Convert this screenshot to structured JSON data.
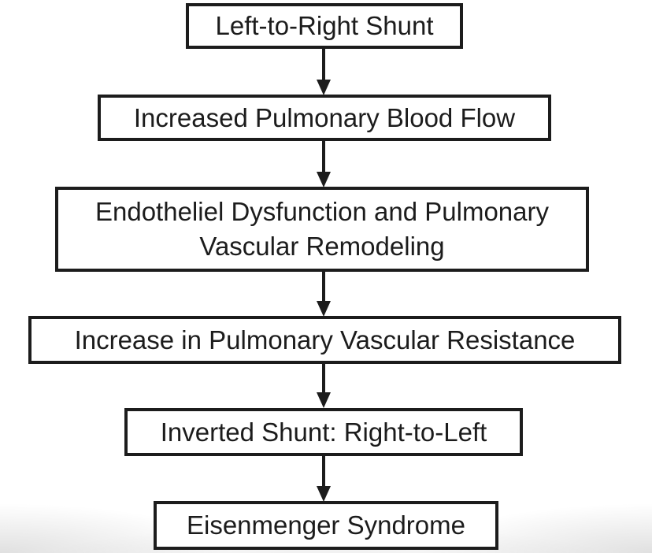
{
  "diagram": {
    "type": "flowchart",
    "orientation": "top-to-bottom",
    "background_color": "#ffffff",
    "stroke_color": "#1c1c1c",
    "text_color": "#1c1c1c",
    "nodes": [
      {
        "id": "left-to-right-shunt",
        "label": "Left-to-Right Shunt"
      },
      {
        "id": "increased-pulmonary-blood-flow",
        "label": "Increased Pulmonary Blood Flow"
      },
      {
        "id": "endothelial-dysfunction-remodeling",
        "label": "Endotheliel Dysfunction and Pulmonary Vascular Remodeling"
      },
      {
        "id": "increase-pulmonary-vascular-resistance",
        "label": "Increase in Pulmonary Vascular Resistance"
      },
      {
        "id": "inverted-shunt-right-to-left",
        "label": "Inverted Shunt: Right-to-Left"
      },
      {
        "id": "eisenmenger-syndrome",
        "label": "Eisenmenger Syndrome"
      }
    ],
    "edges": [
      {
        "from": "left-to-right-shunt",
        "to": "increased-pulmonary-blood-flow",
        "direction": "down"
      },
      {
        "from": "increased-pulmonary-blood-flow",
        "to": "endothelial-dysfunction-remodeling",
        "direction": "down"
      },
      {
        "from": "endothelial-dysfunction-remodeling",
        "to": "increase-pulmonary-vascular-resistance",
        "direction": "down"
      },
      {
        "from": "increase-pulmonary-vascular-resistance",
        "to": "inverted-shunt-right-to-left",
        "direction": "down"
      },
      {
        "from": "inverted-shunt-right-to-left",
        "to": "eisenmenger-syndrome",
        "direction": "down"
      }
    ]
  }
}
